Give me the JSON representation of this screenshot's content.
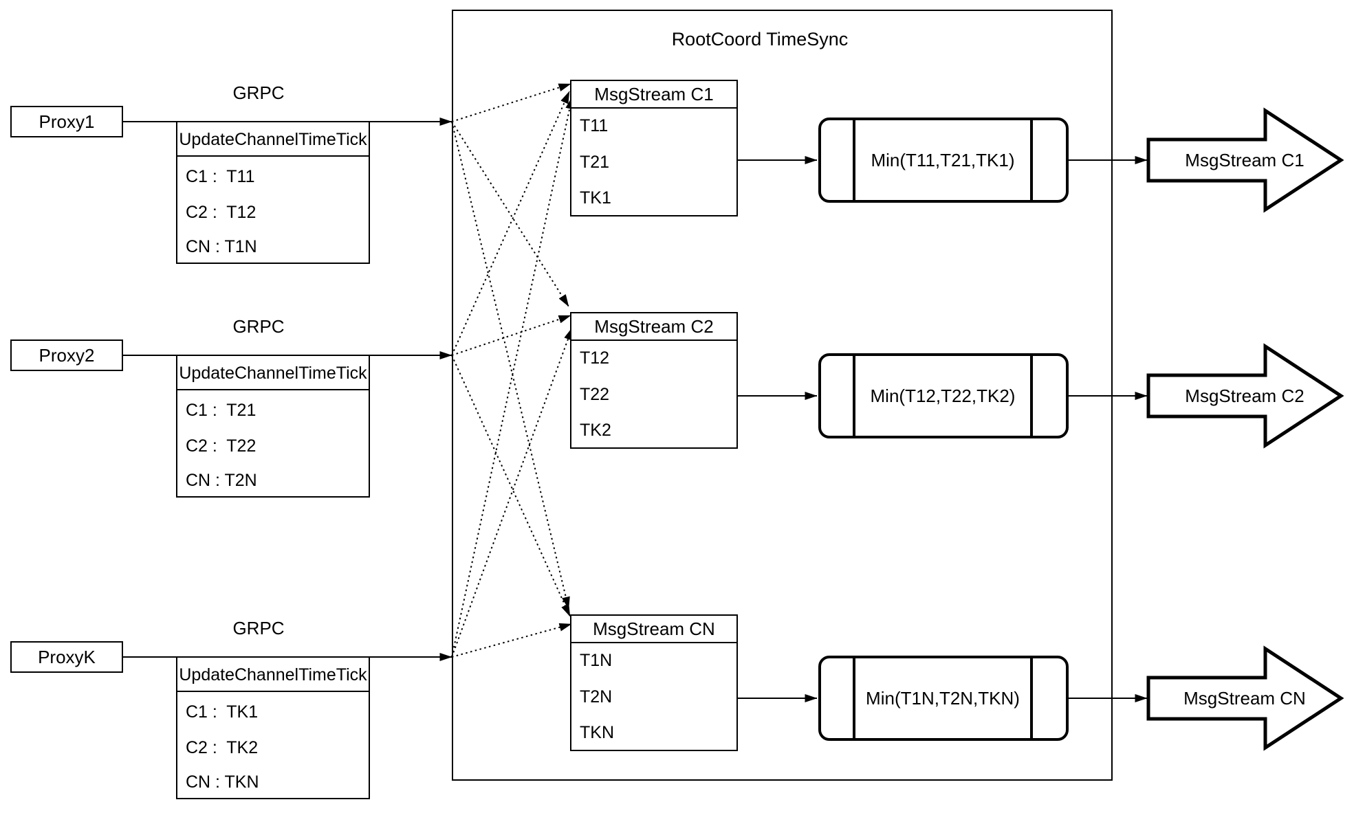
{
  "colors": {
    "stroke": "#000000",
    "background": "#ffffff"
  },
  "proxies": [
    {
      "label": "Proxy1",
      "grpc_label": "GRPC",
      "update_table": {
        "header": "UpdateChannelTimeTick",
        "rows": [
          "C1 :  T11",
          "C2 :  T12",
          "CN : T1N"
        ]
      }
    },
    {
      "label": "Proxy2",
      "grpc_label": "GRPC",
      "update_table": {
        "header": "UpdateChannelTimeTick",
        "rows": [
          "C1 :  T21",
          "C2 :  T22",
          "CN : T2N"
        ]
      }
    },
    {
      "label": "ProxyK",
      "grpc_label": "GRPC",
      "update_table": {
        "header": "UpdateChannelTimeTick",
        "rows": [
          "C1 :  TK1",
          "C2 :  TK2",
          "CN : TKN"
        ]
      }
    }
  ],
  "rootcoord": {
    "title": "RootCoord TimeSync",
    "msgstream_tables": [
      {
        "header": "MsgStream C1",
        "rows": [
          "T11",
          "T21",
          "TK1"
        ]
      },
      {
        "header": "MsgStream C2",
        "rows": [
          "T12",
          "T22",
          "TK2"
        ]
      },
      {
        "header": "MsgStream CN",
        "rows": [
          "T1N",
          "T2N",
          "TKN"
        ]
      }
    ],
    "min_nodes": [
      "Min(T11,T21,TK1)",
      "Min(T12,T22,TK2)",
      "Min(T1N,T2N,TKN)"
    ]
  },
  "output_streams": [
    "MsgStream C1",
    "MsgStream C2",
    "MsgStream CN"
  ]
}
